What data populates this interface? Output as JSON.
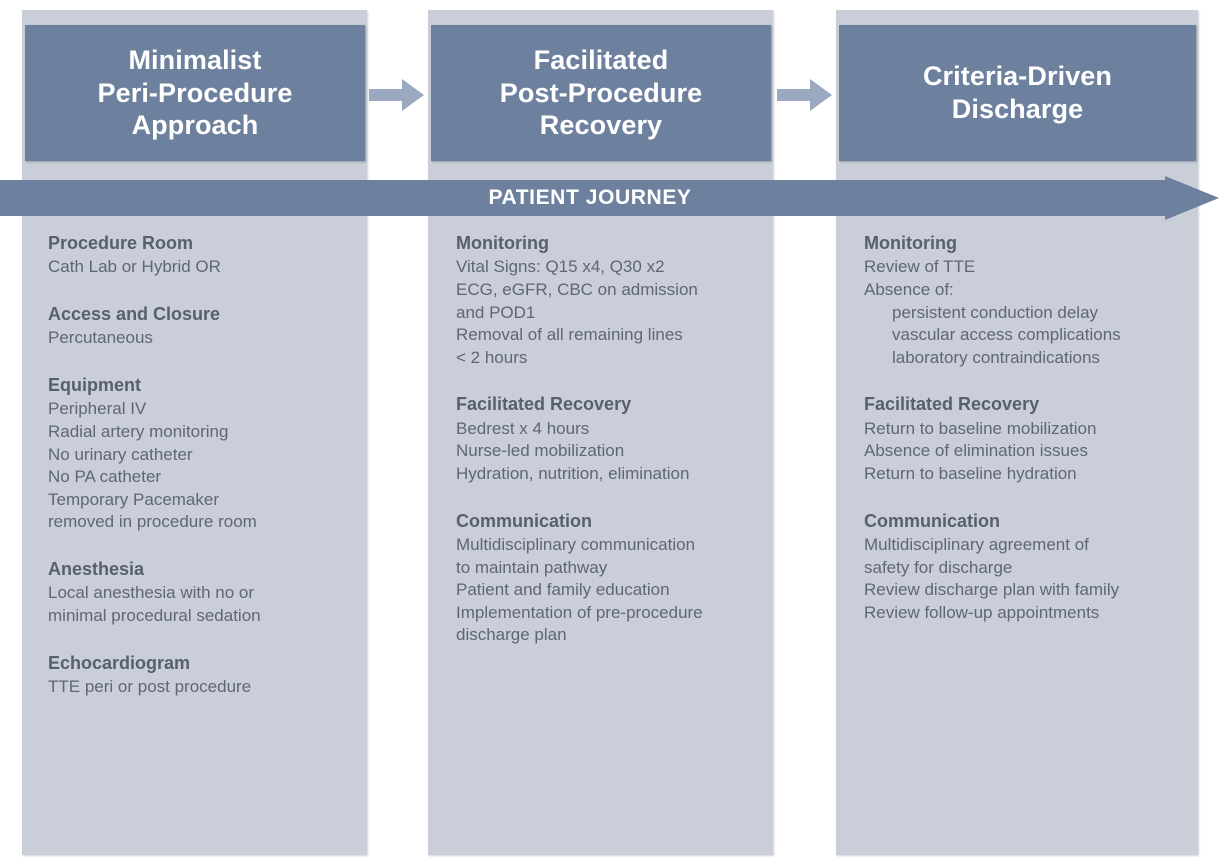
{
  "theme": {
    "header_fill": "#6d819f",
    "panel_fill": "#c9ced9",
    "arrow_fill": "#9aa9c0",
    "banner_fill": "#6d819f",
    "heading_text": "#58606d",
    "body_text": "#5f6773",
    "header_text": "#ffffff",
    "page_background": "#ffffff"
  },
  "banner": {
    "label": "PATIENT JOURNEY",
    "arrow_direction": "right"
  },
  "connectors": [
    {
      "name": "arrow-stage1-to-stage2",
      "direction": "right"
    },
    {
      "name": "arrow-stage2-to-stage3",
      "direction": "right"
    }
  ],
  "columns": [
    {
      "id": "minimalist-peri-procedure-approach",
      "header": "Minimalist\nPeri-Procedure\nApproach",
      "groups": [
        {
          "heading": "Procedure Room",
          "lines": [
            "Cath Lab or Hybrid OR"
          ],
          "indented": []
        },
        {
          "heading": "Access and Closure",
          "lines": [
            "Percutaneous"
          ],
          "indented": []
        },
        {
          "heading": "Equipment",
          "lines": [
            "Peripheral IV",
            "Radial artery monitoring",
            "No urinary catheter",
            "No PA catheter",
            "Temporary Pacemaker\nremoved in procedure room"
          ],
          "indented": []
        },
        {
          "heading": "Anesthesia",
          "lines": [
            "Local anesthesia with no or\nminimal procedural sedation"
          ],
          "indented": []
        },
        {
          "heading": "Echocardiogram",
          "lines": [
            "TTE peri or post procedure"
          ],
          "indented": []
        }
      ]
    },
    {
      "id": "facilitated-post-procedure-recovery",
      "header": "Facilitated\nPost-Procedure\nRecovery",
      "groups": [
        {
          "heading": "Monitoring",
          "lines": [
            "Vital Signs: Q15 x4, Q30 x2",
            "ECG, eGFR, CBC on admission\nand POD1",
            "Removal of all remaining lines\n< 2 hours"
          ],
          "indented": []
        },
        {
          "heading": "Facilitated Recovery",
          "lines": [
            "Bedrest x 4 hours",
            "Nurse-led mobilization",
            "Hydration, nutrition, elimination"
          ],
          "indented": []
        },
        {
          "heading": "Communication",
          "lines": [
            "Multidisciplinary communication\nto maintain pathway",
            "Patient and family education",
            "Implementation of pre-procedure\ndischarge plan"
          ],
          "indented": []
        }
      ]
    },
    {
      "id": "criteria-driven-discharge",
      "header": "Criteria-Driven\nDischarge",
      "groups": [
        {
          "heading": "Monitoring",
          "lines": [
            "Review of TTE",
            "Absence of:"
          ],
          "indented": [
            "persistent conduction delay",
            "vascular access complications",
            "laboratory contraindications"
          ]
        },
        {
          "heading": "Facilitated Recovery",
          "lines": [
            "Return to baseline mobilization",
            "Absence of elimination issues",
            "Return to baseline hydration"
          ],
          "indented": []
        },
        {
          "heading": "Communication",
          "lines": [
            "Multidisciplinary agreement of\nsafety for discharge",
            "Review discharge plan with family",
            "Review follow-up appointments"
          ],
          "indented": []
        }
      ]
    }
  ]
}
